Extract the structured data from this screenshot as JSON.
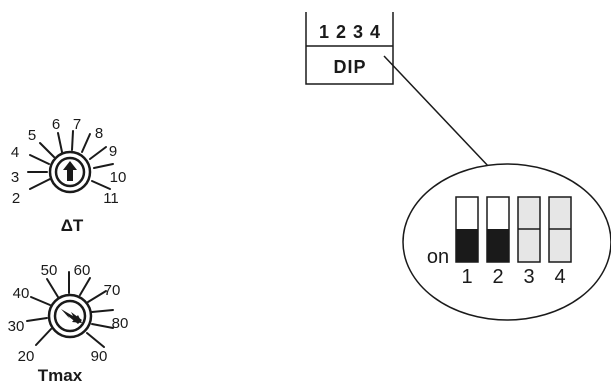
{
  "dial_dt": {
    "label": "ΔT",
    "scale": [
      "2",
      "3",
      "4",
      "5",
      "6",
      "7",
      "8",
      "9",
      "10",
      "11"
    ]
  },
  "dial_tmax": {
    "label": "Tmax",
    "scale": [
      "20",
      "30",
      "40",
      "50",
      "60",
      "70",
      "80",
      "90"
    ]
  },
  "dip_block": {
    "numbers": "1 2 3 4",
    "label": "DIP"
  },
  "dip_zoom": {
    "on_label": "on",
    "switches": [
      {
        "number": "1",
        "state": "on"
      },
      {
        "number": "2",
        "state": "on"
      },
      {
        "number": "3",
        "state": "off"
      },
      {
        "number": "4",
        "state": "off"
      }
    ]
  },
  "colors": {
    "ink": "#1a1a1a",
    "switch_off_fill": "#e6e6e6",
    "switch_on_fill": "#1a1a1a"
  }
}
